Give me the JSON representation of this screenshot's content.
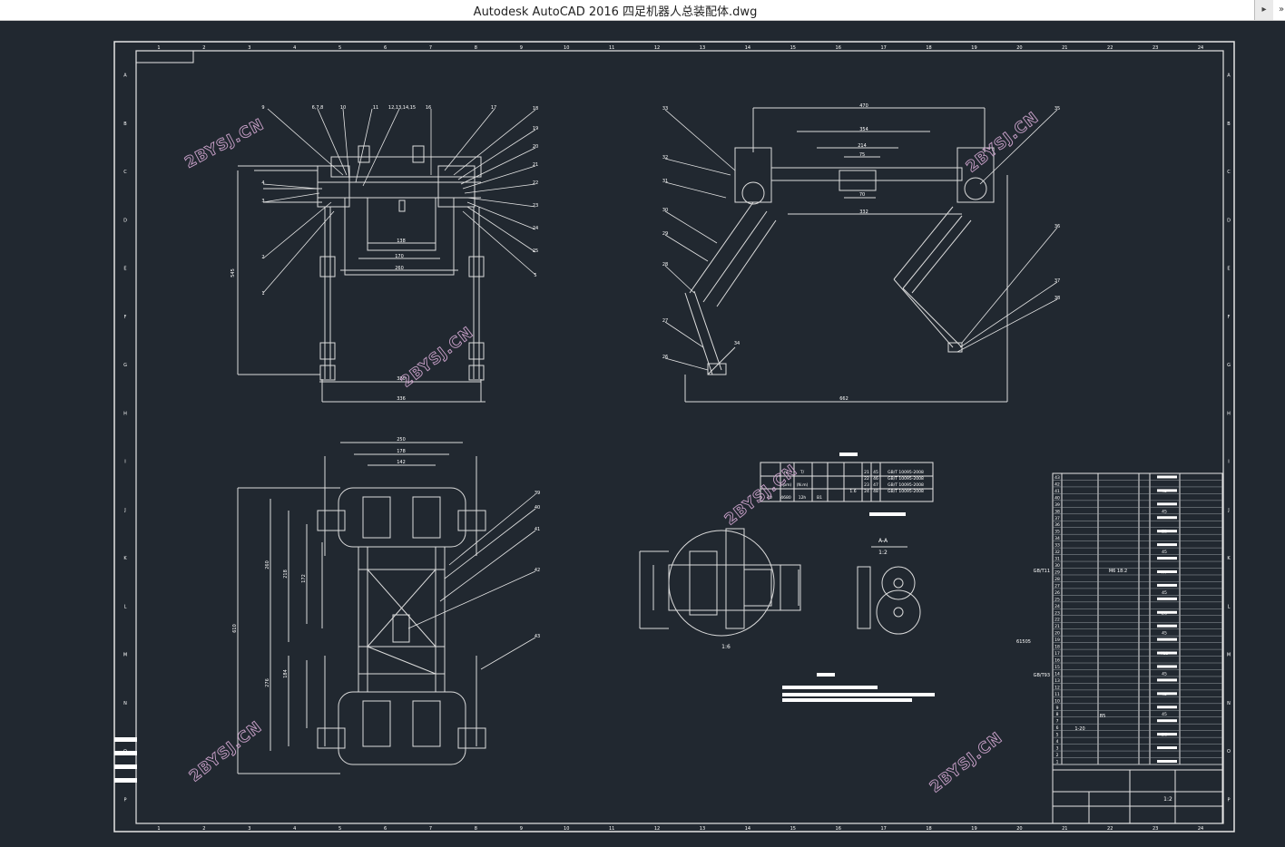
{
  "window": {
    "title": "Autodesk AutoCAD 2016     四足机器人总装配体.dwg"
  },
  "title_buttons": {
    "dropdown_glyph": "▸",
    "overflow_glyph": "»"
  },
  "drawing": {
    "watermark": "2BYSJ.CN",
    "grid_columns": [
      "1",
      "2",
      "3",
      "4",
      "5",
      "6",
      "7",
      "8",
      "9",
      "10",
      "11",
      "12",
      "13",
      "14",
      "15",
      "16",
      "17",
      "18",
      "19",
      "20",
      "21",
      "22",
      "23",
      "24"
    ],
    "grid_rows": [
      "A",
      "B",
      "C",
      "D",
      "E",
      "F",
      "G",
      "H",
      "I",
      "J",
      "K",
      "L",
      "M",
      "N",
      "O",
      "P"
    ],
    "front_view": {
      "part_numbers": [
        "9",
        "6,7,8",
        "10",
        "11",
        "12,13,14,15",
        "16",
        "17",
        "18",
        "19",
        "20",
        "21",
        "22",
        "23",
        "24",
        "25",
        "5",
        "4",
        "3",
        "2",
        "1"
      ],
      "dimensions": [
        "138",
        "170",
        "260",
        "320",
        "336",
        "545"
      ]
    },
    "side_view": {
      "part_numbers": [
        "33",
        "32",
        "31",
        "30",
        "29",
        "28",
        "27",
        "26",
        "34",
        "35",
        "36",
        "37",
        "38"
      ],
      "dimensions": [
        "470",
        "354",
        "214",
        "75",
        "70",
        "332",
        "662"
      ]
    },
    "top_view": {
      "part_numbers": [
        "39",
        "40",
        "41",
        "42",
        "43"
      ],
      "dimensions": [
        "250",
        "178",
        "142",
        "260",
        "218",
        "172",
        "276",
        "184",
        "610"
      ]
    },
    "section_view": {
      "label": "A-A",
      "scale": "1:2",
      "detail_scale": "1:6"
    },
    "spec_table": {
      "cells": [
        "n/",
        "T/",
        "(rpm)",
        "(N.m)",
        "70",
        "4680",
        "12h",
        "B1",
        "1.6",
        "21",
        "22",
        "23",
        "24",
        "45",
        "46",
        "47",
        "48",
        "GB/T 10095-2008",
        "GB/T 10095-2008",
        "GB/T 10095-2008",
        "GB/T 10095-2008"
      ]
    },
    "bom": {
      "row_numbers": [
        "43",
        "42",
        "41",
        "40",
        "39",
        "38",
        "37",
        "36",
        "35",
        "34",
        "33",
        "32",
        "31",
        "30",
        "29",
        "28",
        "27",
        "26",
        "25",
        "24",
        "23",
        "22",
        "21",
        "20",
        "19",
        "18",
        "17",
        "16",
        "15",
        "14",
        "13",
        "12",
        "11",
        "10",
        "9",
        "8",
        "7",
        "6",
        "5",
        "4",
        "3",
        "2",
        "1"
      ],
      "left_notes": [
        "GB/T11",
        "GB/T93"
      ],
      "side_note": "61505",
      "codes": [
        "45",
        "45",
        "Z2",
        "45",
        "HT",
        "45",
        "ZG",
        "45",
        "T12",
        "45",
        "45",
        "45",
        "ZG"
      ],
      "mid_texts": [
        "M6 18:2",
        "1-20",
        "B5",
        "1:2"
      ]
    }
  }
}
